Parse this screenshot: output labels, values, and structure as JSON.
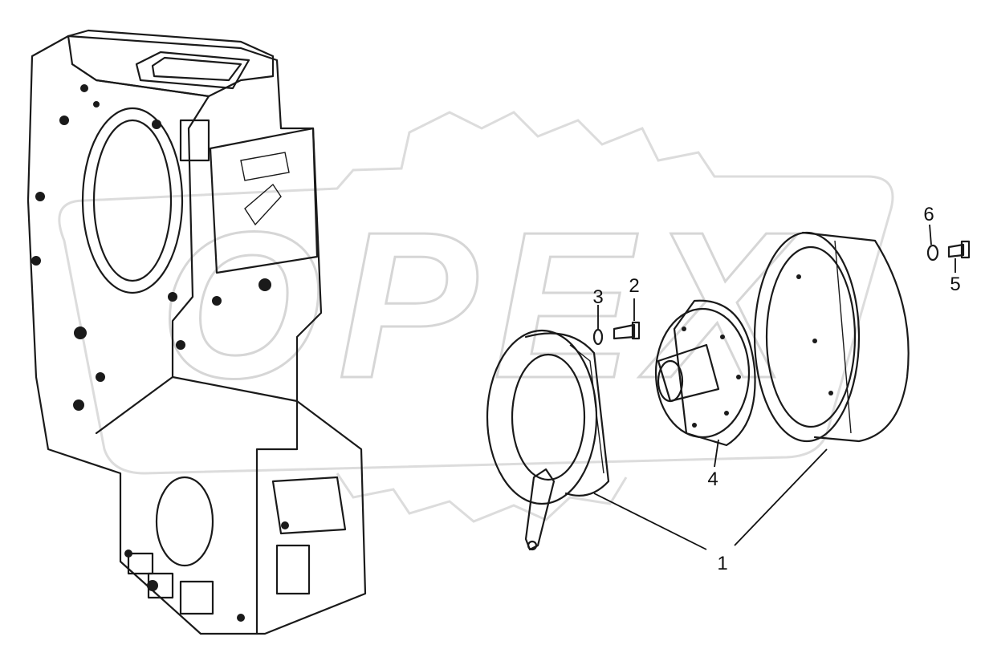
{
  "callouts": [
    {
      "id": "1",
      "label": "1"
    },
    {
      "id": "2",
      "label": "2"
    },
    {
      "id": "3",
      "label": "3"
    },
    {
      "id": "4",
      "label": "4"
    },
    {
      "id": "5",
      "label": "5"
    },
    {
      "id": "6",
      "label": "6"
    }
  ],
  "watermark": {
    "text": "OPEX"
  },
  "colors": {
    "ink": "#1a1a1a",
    "watermark": "#dcdcdc",
    "background": "#ffffff"
  }
}
